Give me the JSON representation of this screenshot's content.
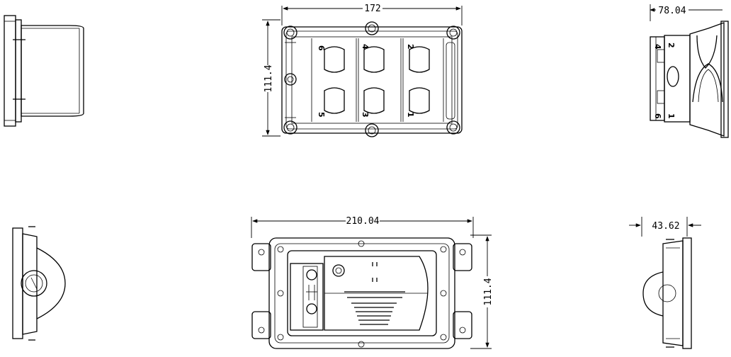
{
  "dimensions": {
    "top_width": "172",
    "top_height": "111.4",
    "side_depth": "78.04",
    "bottom_width": "210.04",
    "bottom_height": "111.4",
    "side_depth_small": "43.62"
  },
  "slot_numbers": {
    "s6": "6",
    "s4": "4",
    "s2": "2",
    "s5": "5",
    "s3": "3",
    "s1": "1"
  },
  "side_marks": {
    "t1": "4",
    "t2": "2",
    "b1": "6",
    "b2": "1"
  },
  "drawing_color": "#000000"
}
